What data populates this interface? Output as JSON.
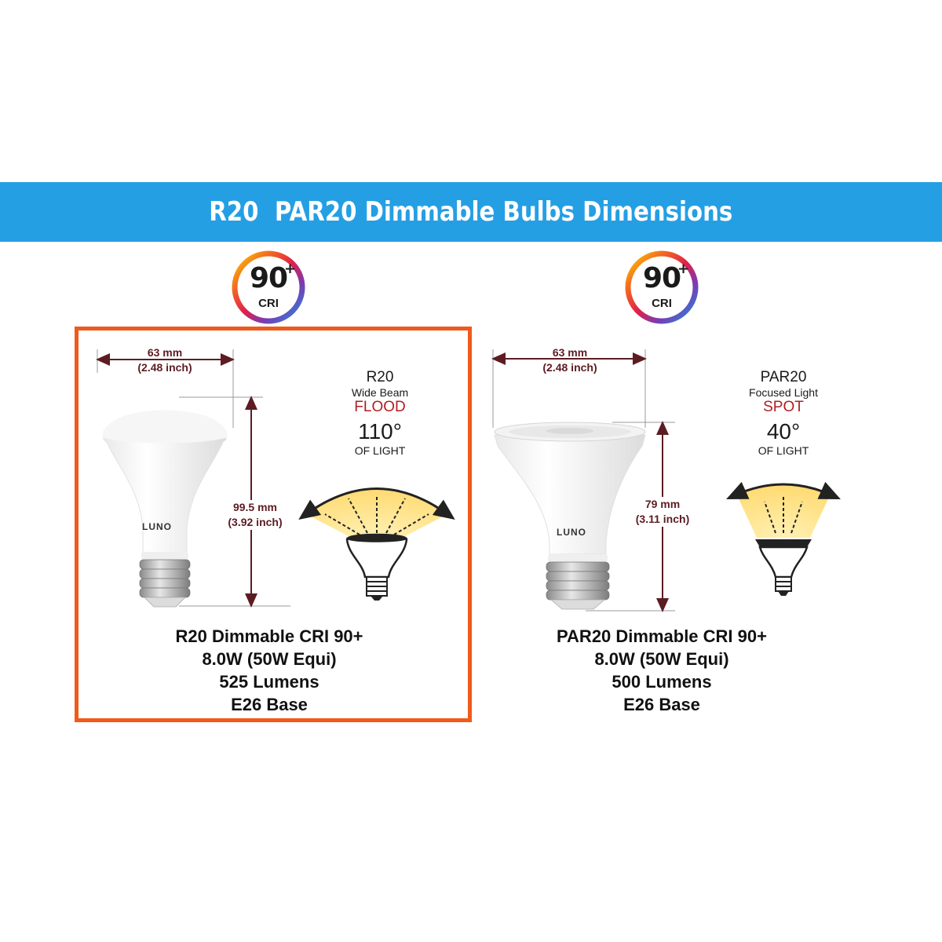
{
  "banner": {
    "title": "R20  PAR20 Dimmable Bulbs Dimensions"
  },
  "colors": {
    "banner": "#259fe4",
    "highlight": "#f05a1a",
    "dimension": "#5c1c22",
    "beam_kind": "#b01e22"
  },
  "badges": [
    {
      "number": "90",
      "plus": "+",
      "label": "CRI"
    },
    {
      "number": "90",
      "plus": "+",
      "label": "CRI"
    }
  ],
  "products": [
    {
      "width_mm": "63 mm",
      "width_inch": "(2.48 inch)",
      "height_mm": "99.5 mm",
      "height_inch": "(3.92 inch)",
      "logo": "LUNO",
      "beam_name": "R20",
      "beam_desc": "Wide Beam",
      "beam_kind": "FLOOD",
      "beam_angle": "110°",
      "beam_of": "OF LIGHT",
      "spec_lines": [
        "R20 Dimmable CRI 90+",
        "8.0W (50W Equi)",
        "525 Lumens",
        "E26 Base"
      ]
    },
    {
      "width_mm": "63 mm",
      "width_inch": "(2.48 inch)",
      "height_mm": "79 mm",
      "height_inch": "(3.11 inch)",
      "logo": "LUNO",
      "beam_name": "PAR20",
      "beam_desc": "Focused Light",
      "beam_kind": "SPOT",
      "beam_angle": "40°",
      "beam_of": "OF LIGHT",
      "spec_lines": [
        "PAR20 Dimmable CRI 90+",
        "8.0W (50W Equi)",
        "500 Lumens",
        "E26 Base"
      ]
    }
  ],
  "icons": {
    "badge": "cri-ring-icon",
    "bulb": "light-bulb-icon",
    "beam": "beam-angle-icon",
    "arrow": "curved-arrow-icon"
  }
}
